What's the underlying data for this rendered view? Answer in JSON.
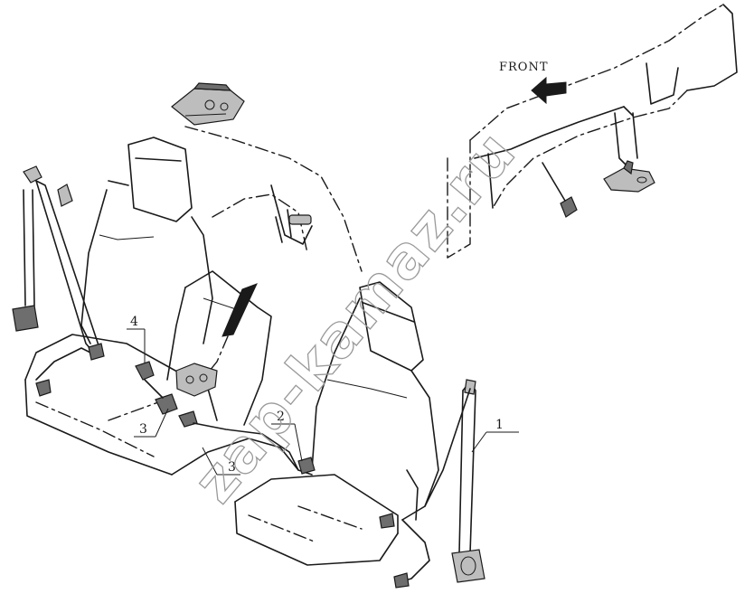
{
  "direction_label": "FRONT",
  "callouts": [
    "1",
    "2",
    "3",
    "3",
    "4"
  ],
  "watermark": "zap-kamaz.ru"
}
